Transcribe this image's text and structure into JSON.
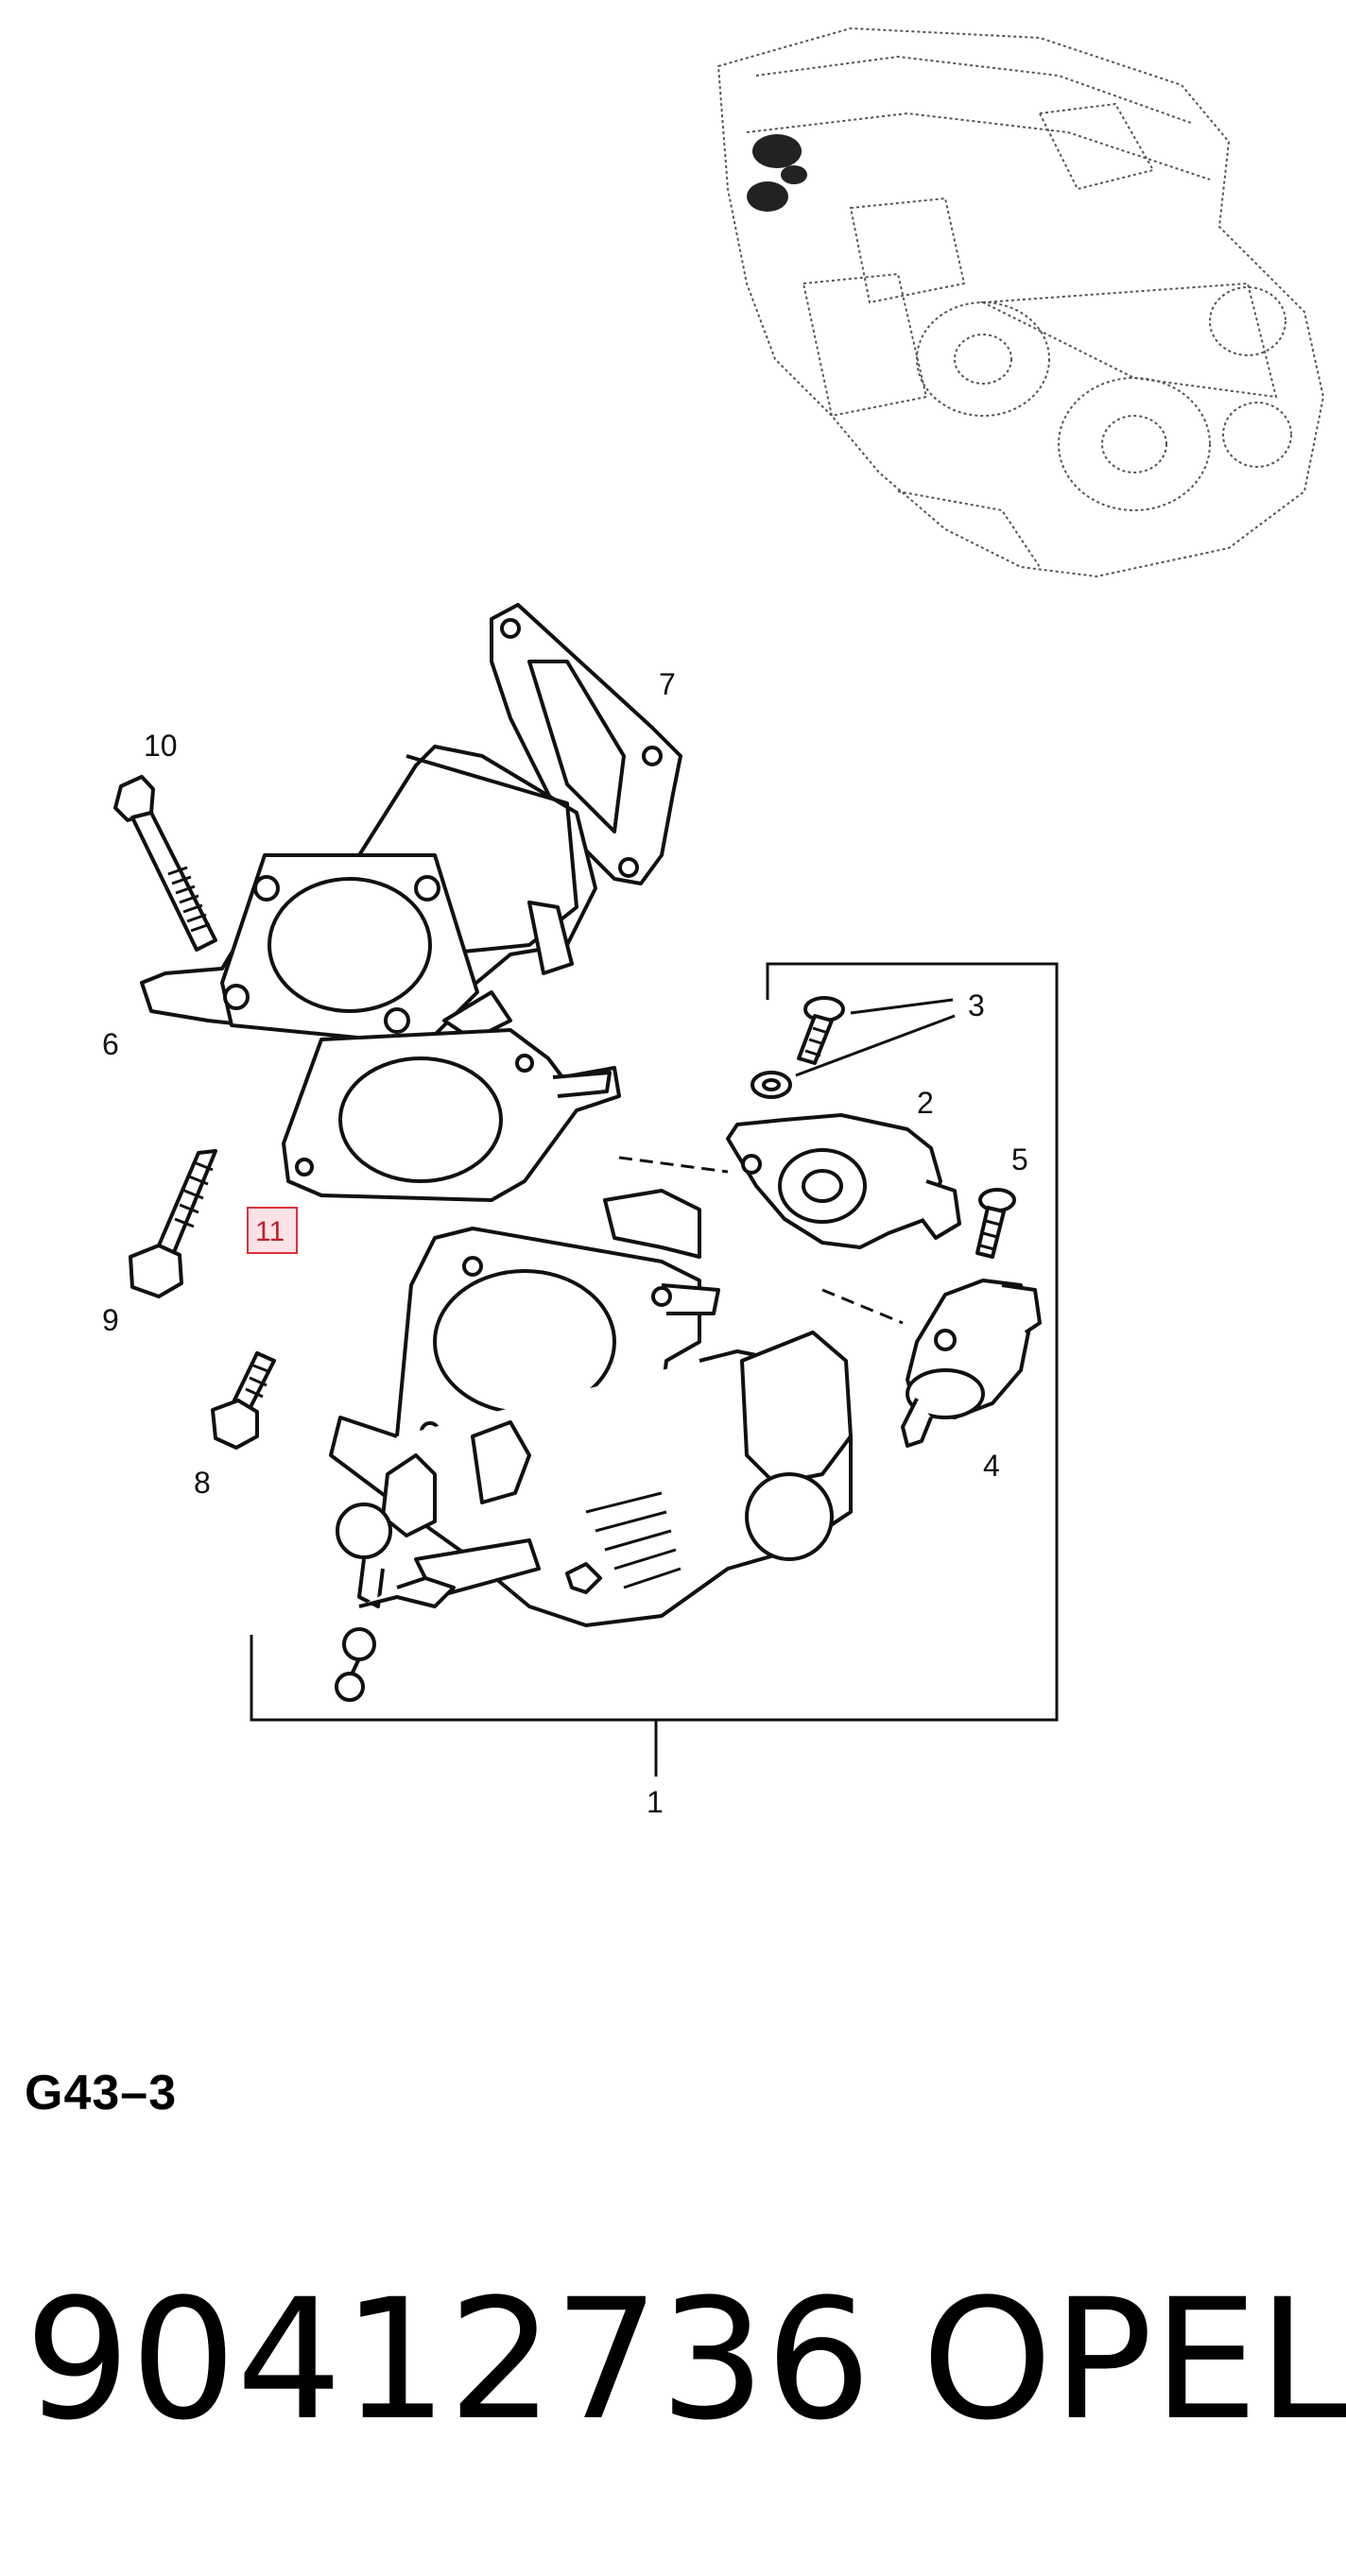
{
  "diagram": {
    "callouts": {
      "p1": "1",
      "p2": "2",
      "p3": "3",
      "p4": "4",
      "p5": "5",
      "p6": "6",
      "p7": "7",
      "p8": "8",
      "p9": "9",
      "p10": "10",
      "p11": "11"
    },
    "highlighted_part": "11",
    "highlight_color": "#e0303a",
    "diagram_code": "G43–3"
  },
  "footer": {
    "part_number": "90412736",
    "brand": "OPEL"
  }
}
